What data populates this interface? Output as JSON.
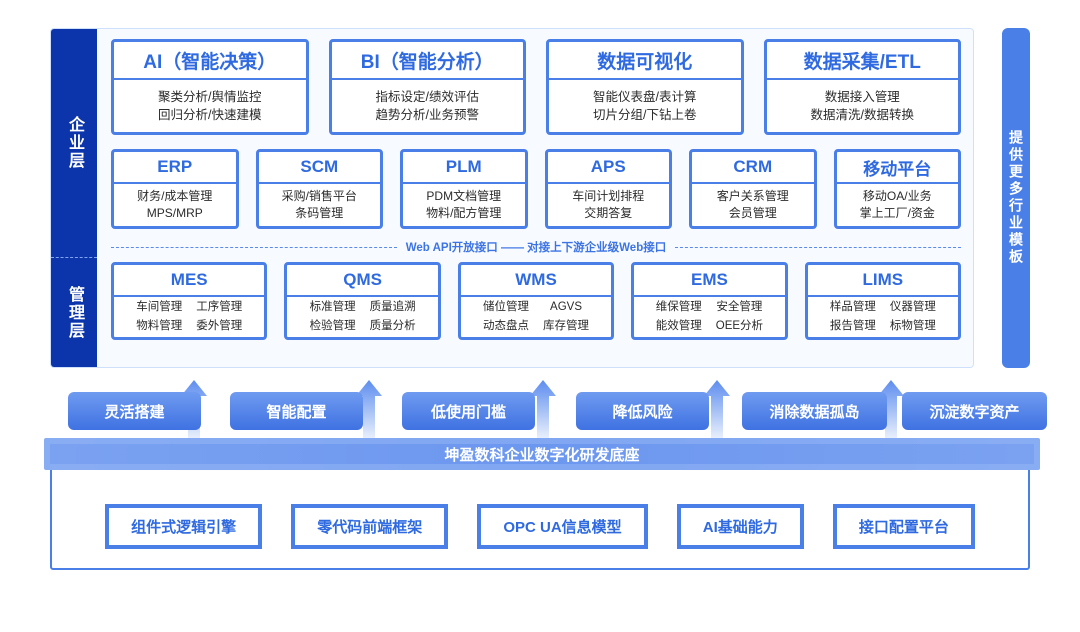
{
  "layers": {
    "enterprise_label": "企业层",
    "management_label": "管理层",
    "analytics": [
      {
        "title": "AI（智能决策）",
        "lines": [
          "聚类分析/舆情监控",
          "回归分析/快速建模"
        ]
      },
      {
        "title": "BI（智能分析）",
        "lines": [
          "指标设定/绩效评估",
          "趋势分析/业务预警"
        ]
      },
      {
        "title": "数据可视化",
        "lines": [
          "智能仪表盘/表计算",
          "切片分组/下钻上卷"
        ]
      },
      {
        "title": "数据采集/ETL",
        "lines": [
          "数据接入管理",
          "数据清洗/数据转换"
        ]
      }
    ],
    "business": [
      {
        "title": "ERP",
        "lines": [
          "财务/成本管理",
          "MPS/MRP"
        ]
      },
      {
        "title": "SCM",
        "lines": [
          "采购/销售平台",
          "条码管理"
        ]
      },
      {
        "title": "PLM",
        "lines": [
          "PDM文档管理",
          "物料/配方管理"
        ]
      },
      {
        "title": "APS",
        "lines": [
          "车间计划排程",
          "交期答复"
        ]
      },
      {
        "title": "CRM",
        "lines": [
          "客户关系管理",
          "会员管理"
        ]
      },
      {
        "title": "移动平台",
        "lines": [
          "移动OA/业务",
          "掌上工厂/资金"
        ]
      }
    ],
    "api_divider_text": "Web API开放接口 —— 对接上下游企业级Web接口",
    "execution": [
      {
        "title": "MES",
        "cells": [
          "车间管理",
          "工序管理",
          "物料管理",
          "委外管理"
        ]
      },
      {
        "title": "QMS",
        "cells": [
          "标准管理",
          "质量追溯",
          "检验管理",
          "质量分析"
        ]
      },
      {
        "title": "WMS",
        "cells": [
          "储位管理",
          "AGVS",
          "动态盘点",
          "库存管理"
        ]
      },
      {
        "title": "EMS",
        "cells": [
          "维保管理",
          "安全管理",
          "能效管理",
          "OEE分析"
        ]
      },
      {
        "title": "LIMS",
        "cells": [
          "样品管理",
          "仪器管理",
          "报告管理",
          "标物管理"
        ]
      }
    ]
  },
  "template_bar": {
    "label": "提供更多行业模板"
  },
  "benefits": [
    {
      "label": "灵活搭建"
    },
    {
      "label": "智能配置"
    },
    {
      "label": "低使用门槛"
    },
    {
      "label": "降低风险"
    },
    {
      "label": "消除数据孤岛"
    },
    {
      "label": "沉淀数字资产"
    }
  ],
  "foundation": {
    "banner": "坤盈数科企业数字化研发底座",
    "items": [
      {
        "label": "组件式逻辑引擎"
      },
      {
        "label": "零代码前端框架"
      },
      {
        "label": "OPC UA信息模型"
      },
      {
        "label": "AI基础能力"
      },
      {
        "label": "接口配置平台"
      }
    ]
  },
  "colors": {
    "navy": "#0c35ac",
    "primary_blue": "#4a7fe8",
    "title_blue": "#2f6ae0",
    "panel_bg": "#f7faff"
  }
}
